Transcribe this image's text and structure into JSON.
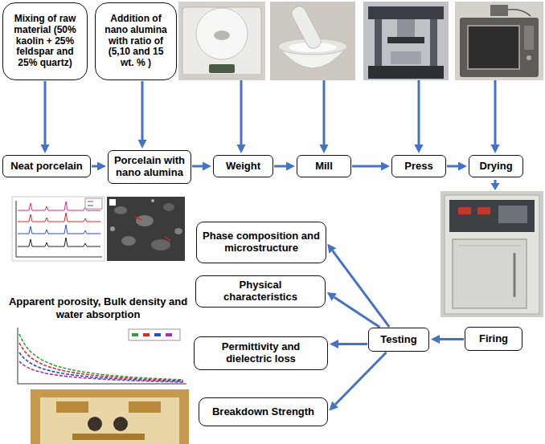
{
  "diagram": {
    "nodes": [
      {
        "text": [
          "Mixing of raw material (50% kaolin + 25% feldspar and 25% quartz)"
        ]
      },
      {
        "text": [
          "Addition of nano alumina with ratio of (5,10 and 15 wt. % )"
        ]
      },
      {
        "text": [
          "Neat porcelain"
        ]
      },
      {
        "text": [
          "Porcelain with nano alumina"
        ]
      },
      {
        "text": [
          "Weight"
        ]
      },
      {
        "text": [
          "Mill"
        ]
      },
      {
        "text": [
          "Press"
        ]
      },
      {
        "text": [
          "Drying"
        ]
      },
      {
        "text": [
          "Firing"
        ]
      },
      {
        "text": [
          "Testing"
        ]
      },
      {
        "text": [
          "Phase composition and microstructure"
        ]
      },
      {
        "text": [
          "Physical characteristics"
        ]
      },
      {
        "text": [
          "Permittivity and dielectric loss"
        ]
      },
      {
        "text": [
          "Breakdown Strength"
        ]
      }
    ],
    "edges": [
      {
        "from": 0,
        "to": 2,
        "arrow": "to"
      },
      {
        "from": 1,
        "to": 3,
        "arrow": "to"
      },
      {
        "from": 2,
        "to": 3,
        "arrow": "to"
      },
      {
        "from": 3,
        "to": 4,
        "arrow": "to"
      },
      {
        "from": 4,
        "to": 5,
        "arrow": "to"
      },
      {
        "from": 5,
        "to": 6,
        "arrow": "to"
      },
      {
        "from": 6,
        "to": 7,
        "arrow": "to"
      },
      {
        "from": 8,
        "to": 9,
        "arrow": "to"
      },
      {
        "from": 9,
        "to": 10,
        "arrow": "to"
      },
      {
        "from": 9,
        "to": 11,
        "arrow": "to"
      },
      {
        "from": 9,
        "to": 12,
        "arrow": "to"
      },
      {
        "from": 9,
        "to": 13,
        "arrow": "to"
      }
    ],
    "labels": [
      "Apparent porosity, Bulk density and water absorption"
    ]
  }
}
